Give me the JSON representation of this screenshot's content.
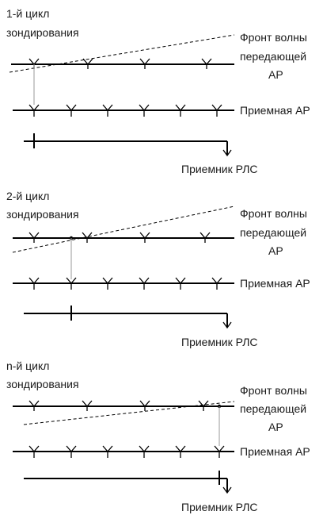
{
  "panels": [
    {
      "cycle_label": [
        "1-й цикл",
        "зондирования"
      ],
      "front_label": [
        "Фронт волны",
        "передающей",
        "АР"
      ],
      "receive_label": "Приемная АР",
      "receiver_label": "Приемник РЛС"
    },
    {
      "cycle_label": [
        "2-й цикл",
        "зондирования"
      ],
      "front_label": [
        "Фронт волны",
        "передающей",
        "АР"
      ],
      "receive_label": "Приемная АР",
      "receiver_label": "Приемник РЛС"
    },
    {
      "cycle_label": [
        "n-й цикл",
        "зондирования"
      ],
      "front_label": [
        "Фронт волны",
        "передающей",
        "АР"
      ],
      "receive_label": "Приемная АР",
      "receiver_label": "Приемник РЛС"
    }
  ]
}
